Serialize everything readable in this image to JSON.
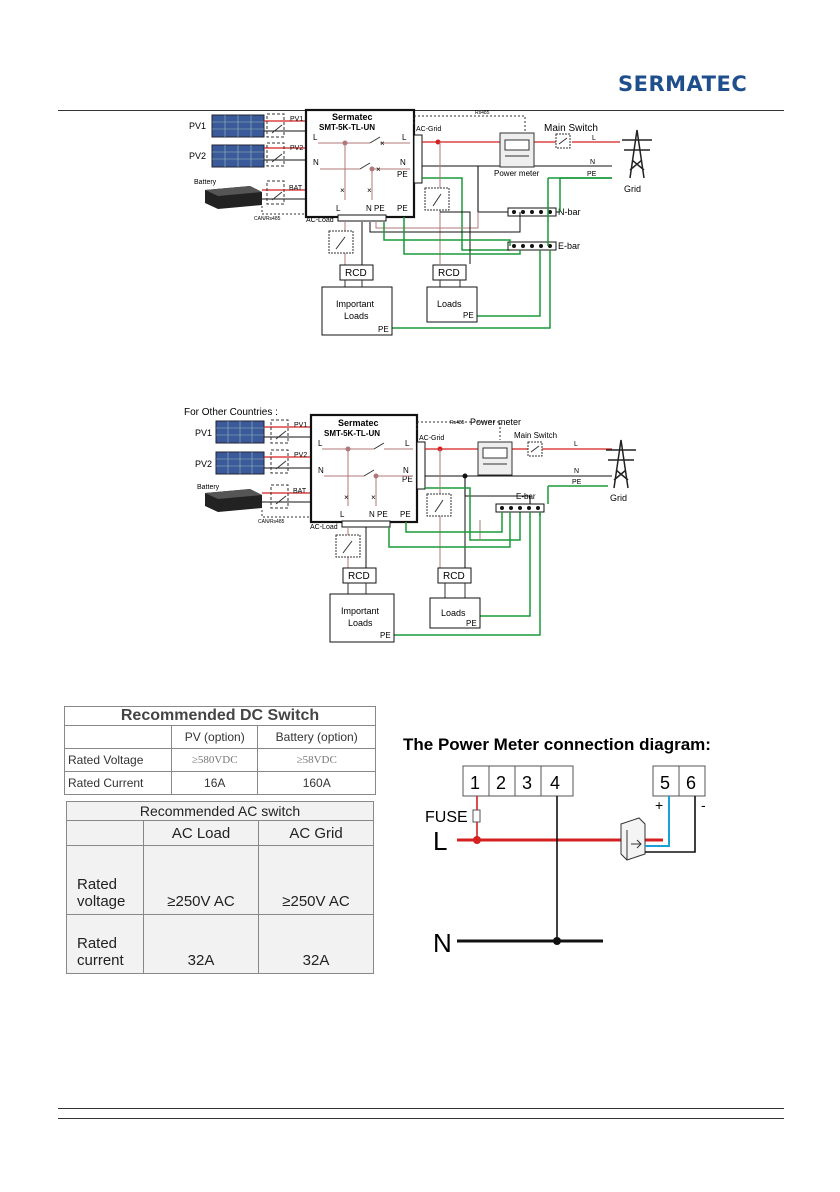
{
  "header": {
    "logo": "SERMATEC"
  },
  "diagram1": {
    "inverter_brand": "Sermatec",
    "inverter_model": "SMT-5K-TL-UN",
    "pv1": "PV1",
    "pv2": "PV2",
    "battery": "Battery",
    "bat": "BAT",
    "can": "CAN/Rs485",
    "rs485": "Rs485",
    "ac_grid": "AC-Grid",
    "ac_load": "AC-Load",
    "l": "L",
    "n": "N",
    "pe": "PE",
    "main_switch": "Main Switch",
    "power_meter": "Power meter",
    "grid": "Grid",
    "n_bar": "N-bar",
    "e_bar": "E-bar",
    "rcd": "RCD",
    "important_loads_1": "Important",
    "important_loads_2": "Loads",
    "loads": "Loads"
  },
  "diagram2": {
    "caption": "For Other Countries :",
    "inverter_brand": "Sermatec",
    "inverter_model": "SMT-5K-TL-UN",
    "pv1": "PV1",
    "pv2": "PV2",
    "battery": "Battery",
    "bat": "BAT",
    "can": "CAN/Rs485",
    "rs485": "Rs485",
    "ac_grid": "AC-Grid",
    "ac_load": "AC-Load",
    "l": "L",
    "n": "N",
    "pe": "PE",
    "main_switch": "Main Switch",
    "power_meter": "Power meter",
    "grid": "Grid",
    "e_bar": "E-bar",
    "rcd": "RCD",
    "important_loads_1": "Important",
    "important_loads_2": "Loads",
    "loads": "Loads"
  },
  "dc_table": {
    "title": "Recommended DC Switch",
    "col1": "PV (option)",
    "col2": "Battery (option)",
    "row1_label": "Rated Voltage",
    "row1_pv": "≥580VDC",
    "row1_bat": "≥58VDC",
    "row2_label": "Rated Current",
    "row2_pv": "16A",
    "row2_bat": "160A"
  },
  "ac_table": {
    "title": "Recommended AC switch",
    "col1": "AC Load",
    "col2": "AC Grid",
    "row1_label_1": "Rated",
    "row1_label_2": "voltage",
    "row1_load": "≥250V AC",
    "row1_grid": "≥250V AC",
    "row2_label_1": "Rated",
    "row2_label_2": "current",
    "row2_load": "32A",
    "row2_grid": "32A"
  },
  "meter_diagram": {
    "title": "The Power Meter connection diagram:",
    "t1": "1",
    "t2": "2",
    "t3": "3",
    "t4": "4",
    "t5": "5",
    "t6": "6",
    "fuse": "FUSE",
    "l": "L",
    "n": "N",
    "plus": "+",
    "minus": "-"
  },
  "colors": {
    "logo": "#1f4e8c",
    "live": "#d42020",
    "earth": "#1a9a3a",
    "signal": "#1aa0d8"
  }
}
